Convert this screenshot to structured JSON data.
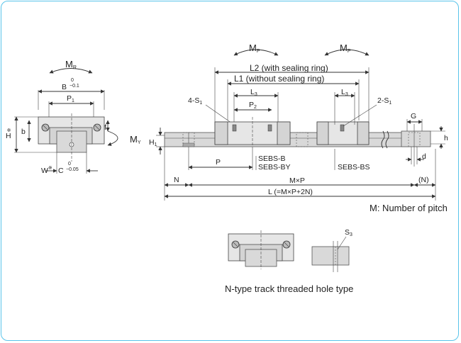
{
  "labels": {
    "MR": "M",
    "MR_sub": "R",
    "B": "B",
    "B_tol_upper": "0",
    "B_tol_lower": "−0.1",
    "P1": "P",
    "P1_sub": "1",
    "H": "H",
    "H_mark": "※",
    "b": "b",
    "f": "f",
    "MY": "M",
    "MY_sub": "Y",
    "W": "W",
    "W_mark": "※",
    "C": "C",
    "C_tol_upper": "0",
    "C_tol_lower": "−0.05",
    "MP_left": "M",
    "MP_left_sub": "P",
    "MP_right": "M",
    "MP_right_sub": "P",
    "L2": "L2 (with sealing ring)",
    "L1": "L1 (without sealing ring)",
    "S1_left": "4-S",
    "S1_left_sub": "1",
    "L3_left": "L",
    "L3_left_sub": "3",
    "P2": "P",
    "P2_sub": "2",
    "L3_right": "L",
    "L3_right_sub": "3",
    "S1_right": "2-S",
    "S1_right_sub": "1",
    "G": "G",
    "h": "h",
    "H1": "H",
    "H1_sub": "1",
    "d": "d",
    "P": "P",
    "N_left": "N",
    "N_right": "(N)",
    "MxP": "M×P",
    "L_total": "L (=M×P+2N)",
    "sebs_b": "SEBS-B",
    "sebs_by": "SEBS-BY",
    "sebs_bs": "SEBS-BS",
    "S3": "S",
    "S3_sub": "3"
  },
  "note": "M: Number of pitch",
  "caption": "N-type track threaded hole type",
  "colors": {
    "frame": "#59c4ea",
    "part": "#e6e6e6",
    "rail": "#d9d9d9"
  }
}
